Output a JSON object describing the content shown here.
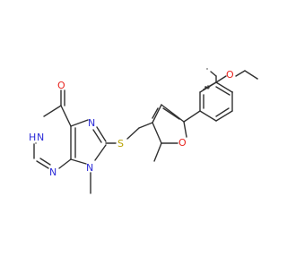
{
  "colors": {
    "carbon": "#303030",
    "nitrogen": "#2c2cd8",
    "oxygen": "#e8251f",
    "sulfur": "#b8a200",
    "background": "#ffffff"
  },
  "atom_labels": {
    "carbonyl_o": "O",
    "n1h": "H",
    "n1": "N",
    "n3": "N",
    "n7": "N",
    "n9": "N",
    "s": "S",
    "o_furan": "O",
    "o_ether": "O"
  }
}
